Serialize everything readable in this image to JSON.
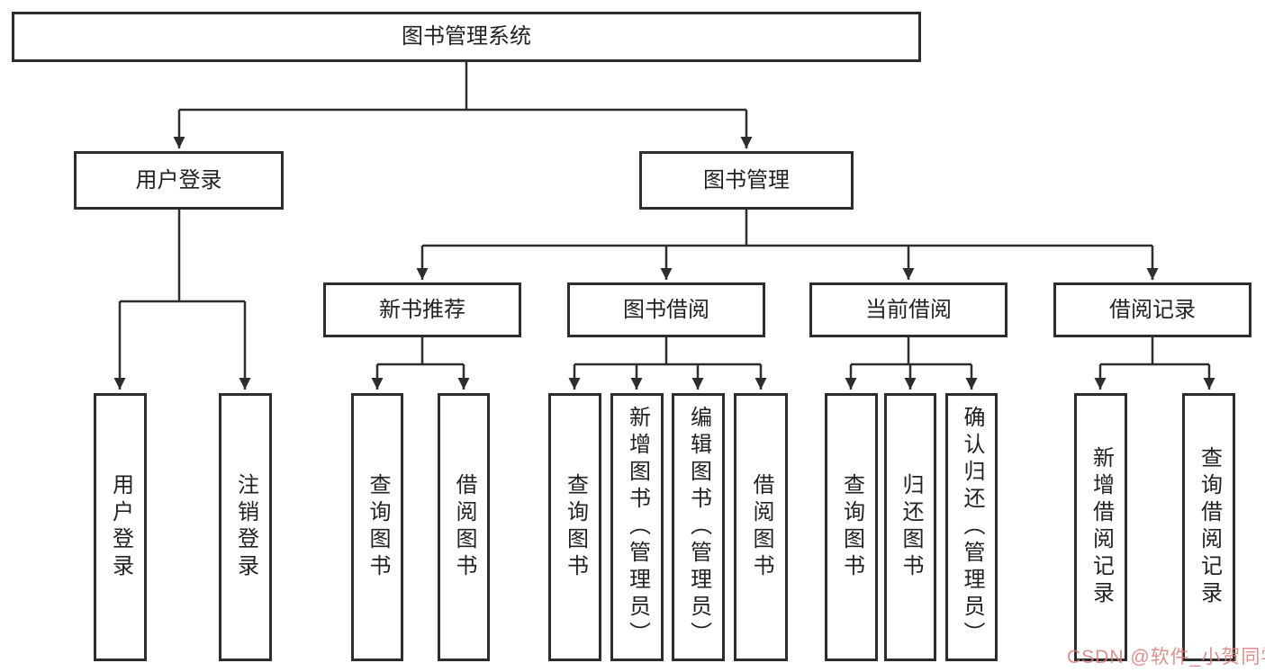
{
  "diagram": {
    "root": {
      "label": "图书管理系统"
    },
    "level2": {
      "user_login": {
        "label": "用户登录"
      },
      "book_mgmt": {
        "label": "图书管理"
      }
    },
    "user_login_children": [
      {
        "label": "用户登录"
      },
      {
        "label": "注销登录"
      }
    ],
    "book_mgmt_children": [
      {
        "label": "新书推荐"
      },
      {
        "label": "图书借阅"
      },
      {
        "label": "当前借阅"
      },
      {
        "label": "借阅记录"
      }
    ],
    "new_book_rec_children": [
      {
        "label": "查询图书"
      },
      {
        "label": "借阅图书"
      }
    ],
    "book_borrow_children": [
      {
        "label": "查询图书"
      },
      {
        "label": "新增图书（管理员）"
      },
      {
        "label": "编辑图书（管理员）"
      },
      {
        "label": "借阅图书"
      }
    ],
    "current_borrow_children": [
      {
        "label": "查询图书"
      },
      {
        "label": "归还图书"
      },
      {
        "label": "确认归还（管理员）"
      }
    ],
    "borrow_records_children": [
      {
        "label": "新增借阅记录"
      },
      {
        "label": "查询借阅记录"
      }
    ]
  },
  "watermark": {
    "text": "CSDN @软件_小贺同学"
  },
  "colors": {
    "line": "#2d2d2d",
    "text": "#222222",
    "background": "#ffffff",
    "watermark": "#db7b76"
  }
}
